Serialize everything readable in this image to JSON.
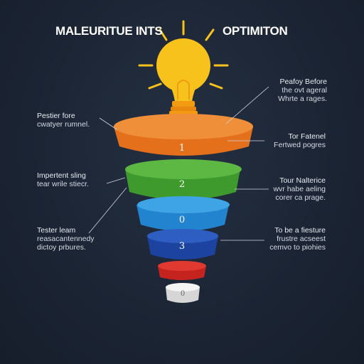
{
  "title_left": "MALEURITUE INTS",
  "title_right": "OPTIMITON",
  "labels_left": [
    {
      "line1": "Pestier fore",
      "line2": "cwatyer rumnel."
    },
    {
      "line1": "Impertent sling",
      "line2": "tear wrile stiecr."
    },
    {
      "line1": "Tester leam",
      "line2": "reasacantennedy"
    }
  ],
  "labels_left_extra": "dictoy prbures.",
  "labels_right": [
    {
      "line1": "Peafoy Before",
      "line2": "the ovt ageral",
      "line3": "Whrte a rages."
    },
    {
      "line1": "Tor Fatenel",
      "line2": "Fertwed pogres"
    },
    {
      "line1": "Tour Nalterice",
      "line2": "wvr habe aeling",
      "line3": "corer ca prage."
    },
    {
      "line1": "To be a fiesture",
      "line2": "frustre acseest",
      "line3": "cemvo to piohies"
    }
  ],
  "tier_numbers": [
    "1",
    "2",
    "0",
    "3",
    "",
    "0"
  ],
  "colors": {
    "bulb": "#f7c21b",
    "bulb_base": "#f29a12",
    "tier1": "#f0862c",
    "tier2": "#4fa83a",
    "tier3": "#2f94dc",
    "tier4": "#2450b0",
    "tier5": "#d42b24",
    "tier6": "#e6e6e6"
  }
}
